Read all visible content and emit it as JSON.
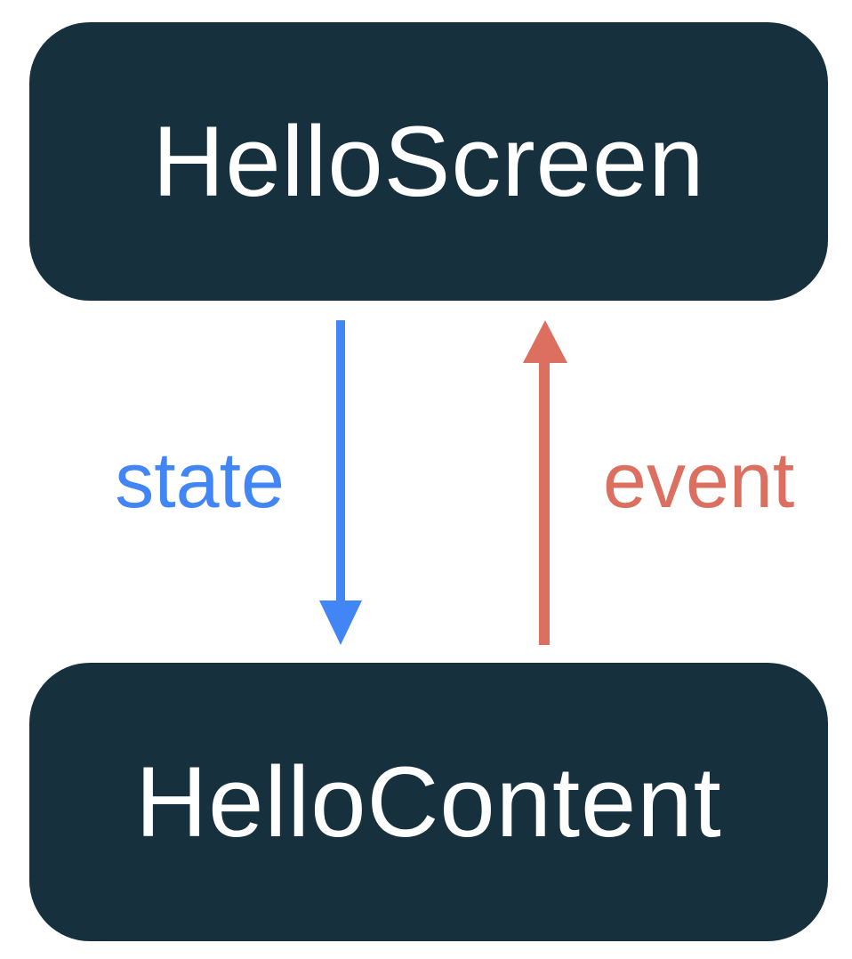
{
  "diagram": {
    "boxes": [
      {
        "label": "HelloScreen"
      },
      {
        "label": "HelloContent"
      }
    ],
    "arrows": [
      {
        "label": "state",
        "direction": "down",
        "from": "HelloScreen",
        "to": "HelloContent"
      },
      {
        "label": "event",
        "direction": "up",
        "from": "HelloContent",
        "to": "HelloScreen"
      }
    ],
    "colors": {
      "background": "#FFFFFF",
      "box_bg": "#16303E",
      "box_text": "#FFFFFF",
      "state_blue": "#4285F4",
      "event_red": "#DC6F60"
    }
  }
}
